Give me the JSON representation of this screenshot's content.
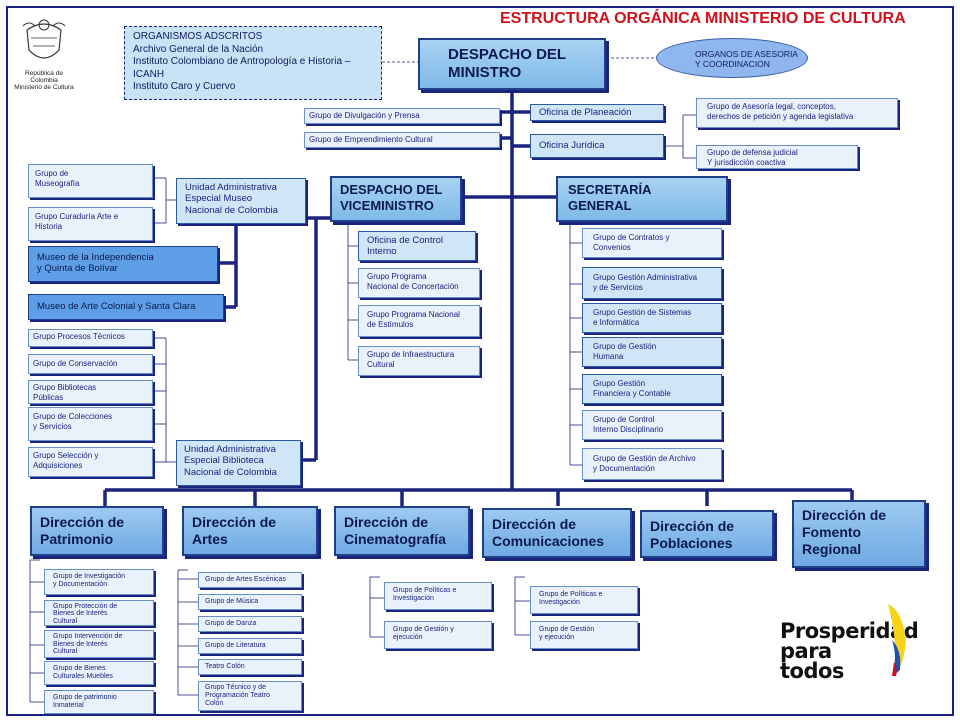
{
  "title": "ESTRUCTURA ORGÁNICA MINISTERIO DE CULTURA",
  "logo": {
    "line1": "República de Colombia",
    "line2": "Ministerio de Cultura",
    "icon": "coat-of-arms-icon"
  },
  "organismos": {
    "line1": "ORGANISMOS ADSCRITOS",
    "line2": "Archivo General de la Nación",
    "line3": "Instituto Colombiano de Antropología e Historia –",
    "line4": "ICANH",
    "line5": "Instituto Caro y Cuervo"
  },
  "despacho_ministro": {
    "line1": "DESPACHO DEL",
    "line2": "MINISTRO"
  },
  "organos_asesoria": {
    "line1": "ORGANOS DE ASESORIA",
    "line2": "Y COORDINACION"
  },
  "divulgacion": "Grupo de Divulgación y Prensa",
  "emprendimiento": "Grupo de Emprendimiento Cultural",
  "planeacion": "Oficina de Planeación",
  "juridica": "Oficina Jurídica",
  "juridica_groups": [
    {
      "line1": "Grupo de Asesoría legal, conceptos,",
      "line2": "derechos de petición y agenda legislativa"
    },
    {
      "line1": "Grupo de defensa judicial",
      "line2": "Y jurisdicción coactiva"
    }
  ],
  "museo_groups": [
    {
      "line1": "Grupo de",
      "line2": "Museografía"
    },
    {
      "line1": "Grupo Curaduría Arte e",
      "line2": "Historia"
    }
  ],
  "ua_museo": {
    "line1": "Unidad Administrativa",
    "line2": "Especial Museo",
    "line3": "Nacional de Colombia"
  },
  "museo_independencia": {
    "line1": "Museo de la Independencia",
    "line2": "y Quinta de Bolívar"
  },
  "museo_colonial": "Museo de Arte Colonial y Santa Clara",
  "biblioteca_groups": [
    {
      "line1": "Grupo Procesos Técnicos",
      "line2": ""
    },
    {
      "line1": "Grupo de Conservación",
      "line2": ""
    },
    {
      "line1": "Grupo Bibliotecas",
      "line2": "Públicas"
    },
    {
      "line1": "Grupo de Colecciones",
      "line2": "y Servicios"
    },
    {
      "line1": "Grupo Selección y",
      "line2": "Adquisiciones"
    }
  ],
  "ua_biblioteca": {
    "line1": "Unidad Administrativa",
    "line2": "Especial Biblioteca",
    "line3": "Nacional de Colombia"
  },
  "viceministro": {
    "line1": "DESPACHO DEL",
    "line2": "VICEMINISTRO"
  },
  "vice_groups": [
    {
      "line1": "Oficina de Control",
      "line2": "Interno"
    },
    {
      "line1": "Grupo Programa",
      "line2": "Nacional de Concertación"
    },
    {
      "line1": "Grupo Programa Nacional",
      "line2": "de Estímulos"
    },
    {
      "line1": "Grupo de Infraestructura",
      "line2": "Cultural"
    }
  ],
  "secretaria": {
    "line1": "SECRETARÍA",
    "line2": "GENERAL"
  },
  "secretaria_groups": [
    {
      "line1": "Grupo de Contratos y",
      "line2": "Convenios"
    },
    {
      "line1": "Grupo Gestión Administrativa",
      "line2": "y de Servicios"
    },
    {
      "line1": "Grupo Gestión de Sistemas",
      "line2": "e Informática"
    },
    {
      "line1": "Grupo de Gestión",
      "line2": "Humana"
    },
    {
      "line1": "Grupo Gestión",
      "line2": "Financiera y Contable"
    },
    {
      "line1": "Grupo de Control",
      "line2": "Interno Disciplinario"
    },
    {
      "line1": "Grupo de Gestión de Archivo",
      "line2": "y Documentación"
    }
  ],
  "directions": [
    {
      "line1": "Dirección de",
      "line2": "Patrimonio",
      "line3": ""
    },
    {
      "line1": "Dirección de",
      "line2": "Artes",
      "line3": ""
    },
    {
      "line1": "Dirección de",
      "line2": "Cinematografía",
      "line3": ""
    },
    {
      "line1": "Dirección de",
      "line2": "Comunicaciones",
      "line3": ""
    },
    {
      "line1": "Dirección de",
      "line2": "Poblaciones",
      "line3": ""
    },
    {
      "line1": "Dirección de",
      "line2": "Fomento",
      "line3": "Regional"
    }
  ],
  "patrimonio_groups": [
    {
      "line1": "Grupo de Investigación",
      "line2": "y Documentación",
      "line3": ""
    },
    {
      "line1": "Grupo Protección de",
      "line2": "Bienes de Interés",
      "line3": "Cultural"
    },
    {
      "line1": "Grupo Intervención de",
      "line2": "Bienes de Interés",
      "line3": "Cultural"
    },
    {
      "line1": "Grupo de Bienes",
      "line2": "Culturales Muebles",
      "line3": ""
    },
    {
      "line1": "Grupo de patrimonio",
      "line2": "Inmaterial",
      "line3": ""
    }
  ],
  "artes_groups": [
    {
      "line1": "Grupo de Artes Escénicas",
      "line2": "",
      "line3": ""
    },
    {
      "line1": "Grupo de Música",
      "line2": "",
      "line3": ""
    },
    {
      "line1": "Grupo de Danza",
      "line2": "",
      "line3": ""
    },
    {
      "line1": "Grupo de Literatura",
      "line2": "",
      "line3": ""
    },
    {
      "line1": "Teatro Colón",
      "line2": "",
      "line3": ""
    },
    {
      "line1": "Grupo Técnico y de",
      "line2": "Programación Teatro",
      "line3": "Colón"
    }
  ],
  "cine_groups": [
    {
      "line1": "Grupo de Políticas e",
      "line2": "Investigación"
    },
    {
      "line1": "Grupo de Gestión y",
      "line2": "ejecución"
    }
  ],
  "comunicaciones_groups": [
    {
      "line1": "Grupo de Políticas e",
      "line2": "Investigación"
    },
    {
      "line1": "Grupo de Gestión",
      "line2": "y ejecución"
    }
  ],
  "badge": {
    "line1": "Prosperidad",
    "line2": "para todos"
  },
  "colors": {
    "accent": "#1a237e",
    "title": "#d0101a",
    "box": "#e9f2fb",
    "dark_box": "#7fb9e8"
  }
}
